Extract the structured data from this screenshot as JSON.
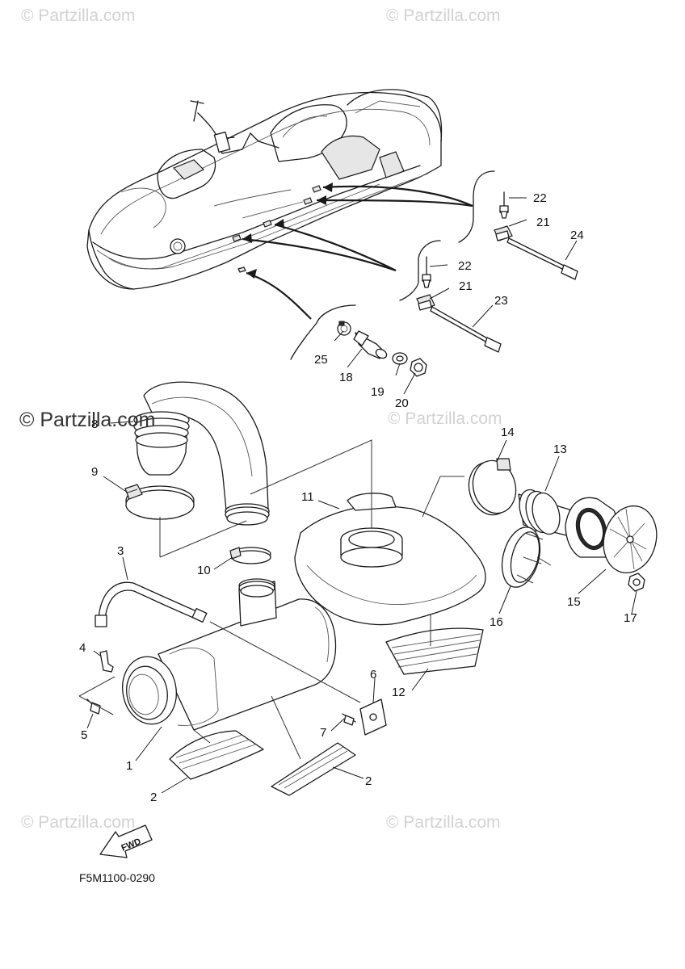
{
  "watermarks": {
    "top_left": "© Partzilla.com",
    "top_right": "© Partzilla.com",
    "left_prominent": "© Partzilla.com",
    "mid_right": "© Partzilla.com",
    "bottom_left": "© Partzilla.com",
    "bottom_right": "© Partzilla.com"
  },
  "callouts": {
    "c1": "1",
    "c2a": "2",
    "c2b": "2",
    "c3": "3",
    "c4": "4",
    "c5": "5",
    "c6": "6",
    "c7": "7",
    "c8": "8",
    "c9": "9",
    "c10": "10",
    "c11": "11",
    "c12": "12",
    "c13": "13",
    "c14": "14",
    "c15": "15",
    "c16": "16",
    "c17": "17",
    "c18": "18",
    "c19": "19",
    "c20": "20",
    "c21a": "21",
    "c21b": "21",
    "c22a": "22",
    "c22b": "22",
    "c23": "23",
    "c24": "24",
    "c25": "25"
  },
  "fwd_label": "FWD",
  "diagram_code": "F5M1100-0290"
}
